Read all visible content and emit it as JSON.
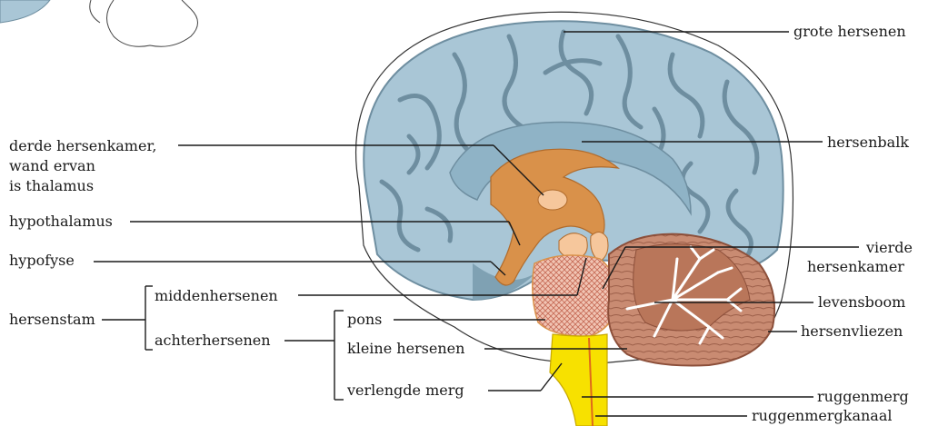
{
  "labels": {
    "grote_hersenen": "grote hersenen",
    "hersenbalk": "hersenbalk",
    "derde_hersenkamer_1": "derde hersenkamer,",
    "derde_hersenkamer_2": "wand ervan",
    "derde_hersenkamer_3": "is thalamus",
    "hypothalamus": "hypothalamus",
    "hypofyse": "hypofyse",
    "vierde_hersenkamer_1": "vierde",
    "vierde_hersenkamer_2": "hersenkamer",
    "middenhersenen": "middenhersenen",
    "hersenstam": "hersenstam",
    "levensboom": "levensboom",
    "achterhersenen": "achterhersenen",
    "pons": "pons",
    "hersenvliezen": "hersenvliezen",
    "kleine_hersenen": "kleine hersenen",
    "verlengde_merg": "verlengde merg",
    "ruggenmerg": "ruggenmerg",
    "ruggenmergkanaal": "ruggenmergkanaal"
  },
  "colors": {
    "cerebrum": "#a9c6d6",
    "sulcus": "#6e8ea0",
    "diencephalon": "#d9914a",
    "pituitary": "#f6c79c",
    "cerebellum": "#c98b72",
    "arbor": "#ffffff",
    "spinal_cord": "#f7e100",
    "pons": "#e9a893"
  }
}
